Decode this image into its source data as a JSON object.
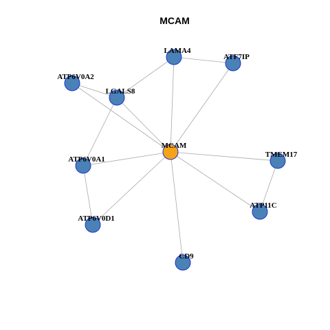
{
  "title": "MCAM",
  "colors": {
    "hub_fill": "#f5a31a",
    "node_fill": "#4a82b8",
    "node_stroke": "#1a33cc",
    "edge": "#a8a8a8"
  },
  "nodes": [
    {
      "id": "MCAM",
      "label": "MCAM",
      "hub": true
    },
    {
      "id": "LAMA4",
      "label": "LAMA4",
      "hub": false
    },
    {
      "id": "ATF7IP",
      "label": "ATF7IP",
      "hub": false
    },
    {
      "id": "ATP6V0A2",
      "label": "ATP6V0A2",
      "hub": false
    },
    {
      "id": "LGALS8",
      "label": "LGALS8",
      "hub": false
    },
    {
      "id": "TMEM17",
      "label": "TMEM17",
      "hub": false
    },
    {
      "id": "ATP6V0A1",
      "label": "ATP6V0A1",
      "hub": false
    },
    {
      "id": "ATP11C",
      "label": "ATP11C",
      "hub": false
    },
    {
      "id": "ATP6V0D1",
      "label": "ATP6V0D1",
      "hub": false
    },
    {
      "id": "CD9",
      "label": "CD9",
      "hub": false
    }
  ],
  "edges": [
    [
      "MCAM",
      "LAMA4"
    ],
    [
      "MCAM",
      "ATF7IP"
    ],
    [
      "MCAM",
      "ATP6V0A2"
    ],
    [
      "MCAM",
      "LGALS8"
    ],
    [
      "MCAM",
      "TMEM17"
    ],
    [
      "MCAM",
      "ATP6V0A1"
    ],
    [
      "MCAM",
      "ATP11C"
    ],
    [
      "MCAM",
      "ATP6V0D1"
    ],
    [
      "MCAM",
      "CD9"
    ],
    [
      "LAMA4",
      "ATF7IP"
    ],
    [
      "LAMA4",
      "LGALS8"
    ],
    [
      "ATP6V0A2",
      "LGALS8"
    ],
    [
      "LGALS8",
      "ATP6V0A1"
    ],
    [
      "ATP6V0A1",
      "ATP6V0D1"
    ],
    [
      "TMEM17",
      "ATP11C"
    ]
  ]
}
